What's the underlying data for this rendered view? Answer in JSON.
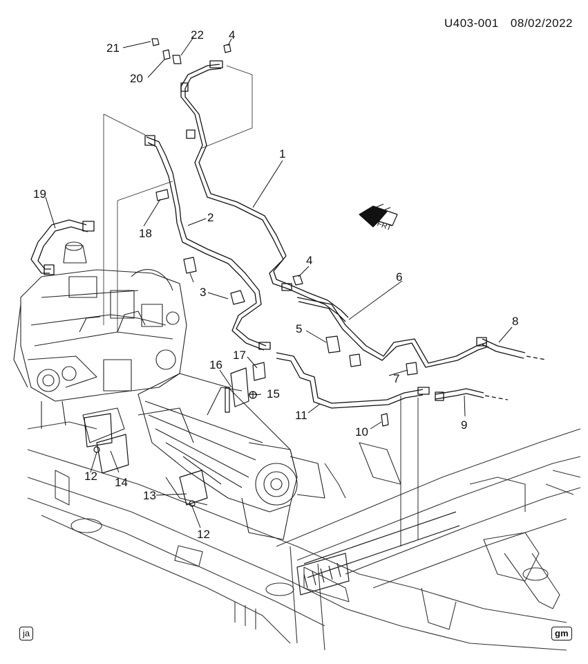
{
  "header": {
    "code": "U403-001",
    "date": "08/02/2022"
  },
  "corner": {
    "left_tag": "ja",
    "right_tag": "gm"
  },
  "direction_label": "FRT",
  "callouts": [
    {
      "id": "c1",
      "text": "1"
    },
    {
      "id": "c2",
      "text": "2"
    },
    {
      "id": "c3",
      "text": "3"
    },
    {
      "id": "c4a",
      "text": "4"
    },
    {
      "id": "c4b",
      "text": "4"
    },
    {
      "id": "c5",
      "text": "5"
    },
    {
      "id": "c6",
      "text": "6"
    },
    {
      "id": "c7",
      "text": "7"
    },
    {
      "id": "c8",
      "text": "8"
    },
    {
      "id": "c9",
      "text": "9"
    },
    {
      "id": "c10",
      "text": "10"
    },
    {
      "id": "c11",
      "text": "11"
    },
    {
      "id": "c12a",
      "text": "12"
    },
    {
      "id": "c12b",
      "text": "12"
    },
    {
      "id": "c13",
      "text": "13"
    },
    {
      "id": "c14",
      "text": "14"
    },
    {
      "id": "c15",
      "text": "15"
    },
    {
      "id": "c16",
      "text": "16"
    },
    {
      "id": "c17",
      "text": "17"
    },
    {
      "id": "c18",
      "text": "18"
    },
    {
      "id": "c19",
      "text": "19"
    },
    {
      "id": "c20",
      "text": "20"
    },
    {
      "id": "c21",
      "text": "21"
    },
    {
      "id": "c22",
      "text": "22"
    }
  ]
}
